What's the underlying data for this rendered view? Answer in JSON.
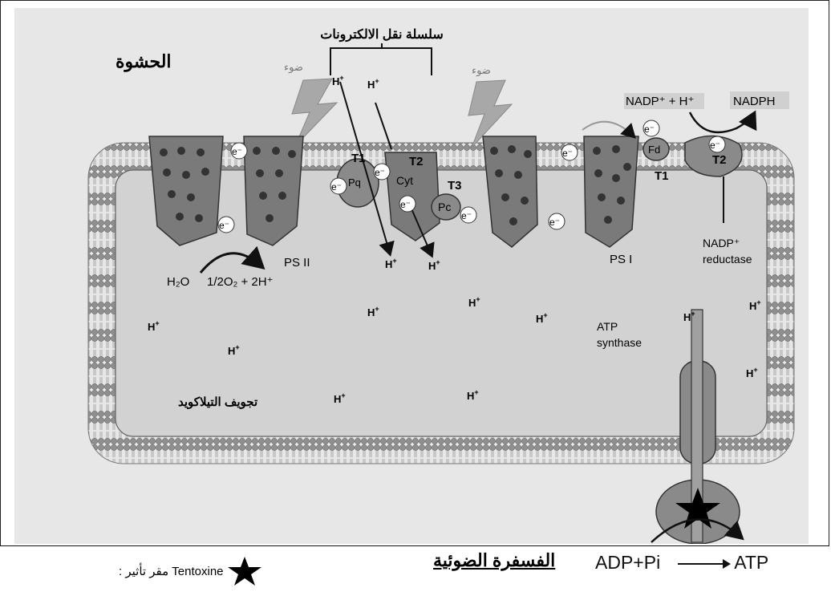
{
  "labels": {
    "etc_title": "سلسلة نقل الالكترونات",
    "stroma": "الحشوة",
    "light_left": "ضوء",
    "light_right": "ضوء",
    "lumen": "تجويف التيلاكويد",
    "h": "H",
    "plus": "+",
    "e": "e",
    "minus": "−",
    "t1a": "T1",
    "t2a": "T2",
    "t3": "T3",
    "t1b": "T1",
    "t2b": "T2",
    "pq": "Pq",
    "cyt": "Cyt",
    "pc": "Pc",
    "fd": "Fd",
    "ps2": "PS II",
    "ps1": "PS I",
    "nadp_in": "NADP⁺ + H⁺",
    "nadph": "NADPH",
    "nadp_red1": "NADP⁺",
    "nadp_red2": "reductase",
    "atp1": "ATP",
    "atp2": "synthase",
    "h2o": "H₂O",
    "o2": "1/2O₂ + 2H⁺"
  },
  "footer": {
    "legend_text": ": مقر تأثير Tentoxine",
    "caption": "الفسفرة الضوئية",
    "reactant": "ADP+Pi",
    "product": "ATP"
  },
  "colors": {
    "membrane": "#8a8a8a",
    "lumen": "#d2d2d2",
    "protein": "#6f6f6f"
  }
}
